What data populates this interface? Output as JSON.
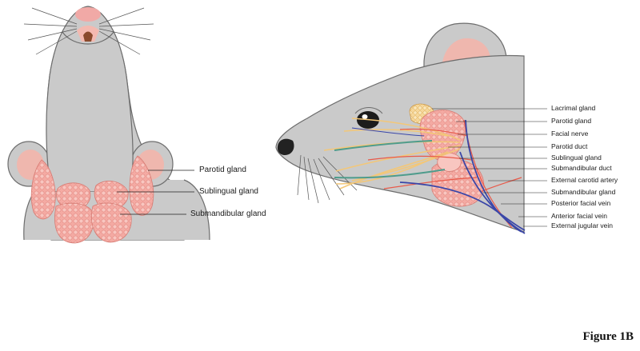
{
  "figure_label": "Figure 1B",
  "left_panel": {
    "labels": [
      "Parotid gland",
      "Sublingual gland",
      "Submandibular gland"
    ]
  },
  "right_panel": {
    "labels": [
      "Lacrimal gland",
      "Parotid gland",
      "Facial nerve",
      "Parotid duct",
      "Sublingual gland",
      "Submandibular duct",
      "External carotid artery",
      "Submandibular gland",
      "Posterior facial vein",
      "Anterior facial vein",
      "External jugular vein"
    ]
  },
  "colors": {
    "fur": "#c9c9c9",
    "gland": "#f2a6a0",
    "nerve": "#f3c778",
    "duct": "#4e9c8c",
    "artery": "#e85a4a",
    "vein": "#3a46a8"
  }
}
